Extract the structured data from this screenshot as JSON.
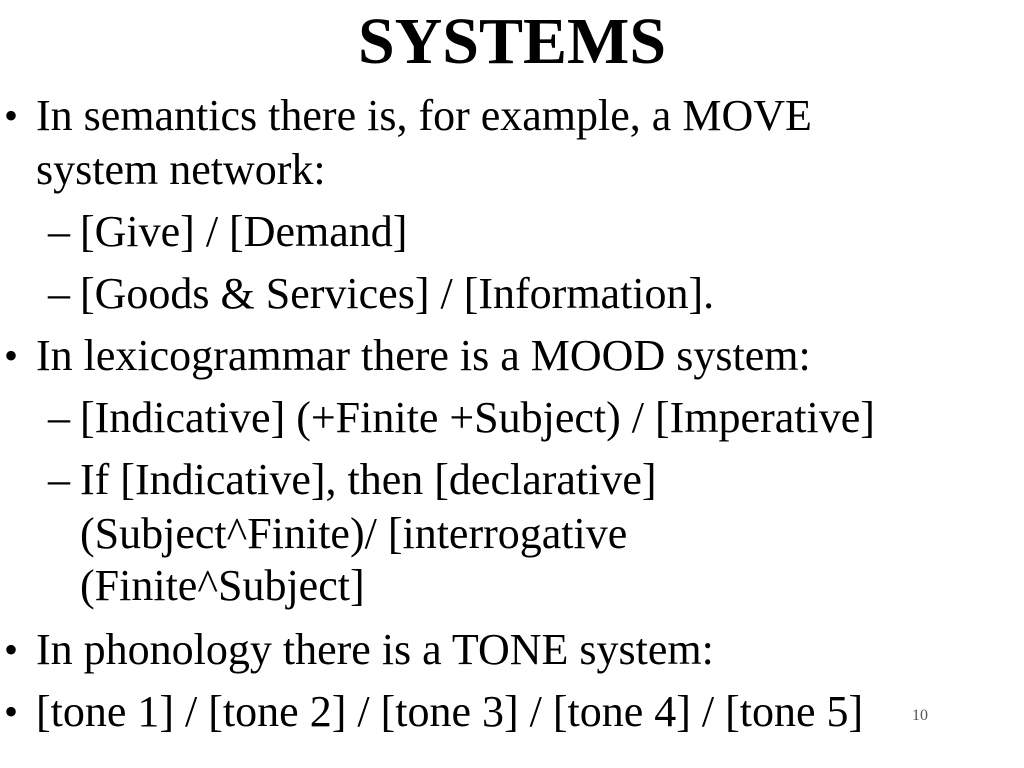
{
  "slide": {
    "title": "SYSTEMS",
    "bullet_char": "•",
    "dash_char": "–",
    "items": [
      {
        "lines": [
          "In semantics there is, for example, a MOVE",
          "system network:"
        ]
      },
      {
        "sub": "[Give] / [Demand]"
      },
      {
        "sub": "[Goods & Services] / [Information]."
      },
      {
        "lines": [
          "In lexicogrammar there is a MOOD system:"
        ]
      },
      {
        "sub": "[Indicative] (+Finite +Subject) / [Imperative]"
      },
      {
        "sub_lines": [
          "If [Indicative], then [declarative]",
          "(Subject^Finite)/ [interrogative",
          "(Finite^Subject]"
        ]
      },
      {
        "lines": [
          "In phonology there is a TONE system:"
        ]
      },
      {
        "lines": [
          "[tone 1] / [tone 2] / [tone 3] / [tone 4] / [tone 5]"
        ]
      }
    ],
    "page_number": "10"
  }
}
